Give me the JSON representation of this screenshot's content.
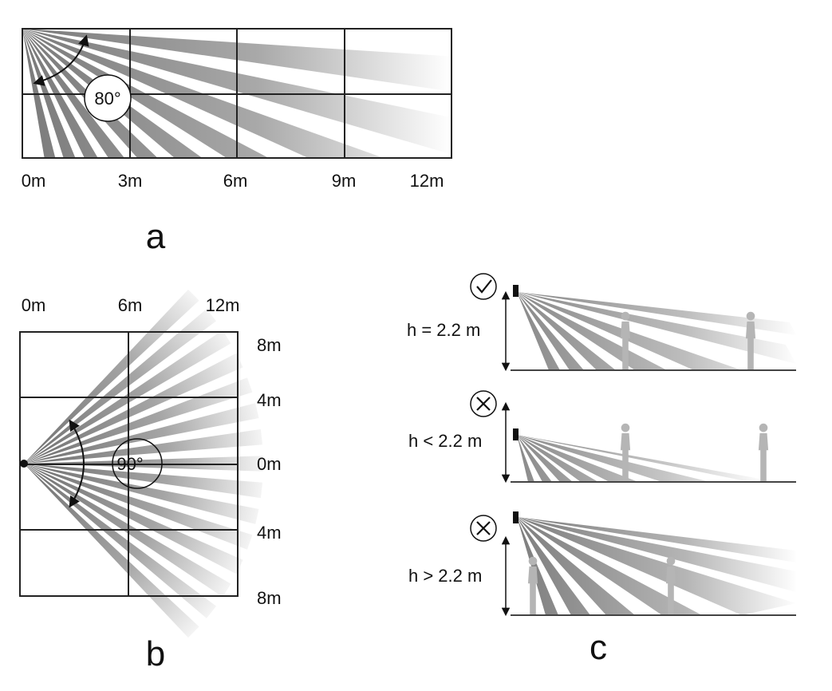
{
  "panel_a": {
    "letter": "a",
    "angle_label": "80°",
    "distance_labels": [
      "0m",
      "3m",
      "6m",
      "9m",
      "12m"
    ]
  },
  "panel_b": {
    "letter": "b",
    "angle_label": "90°",
    "top_labels": [
      "0m",
      "6m",
      "12m"
    ],
    "side_labels": [
      "8m",
      "4m",
      "0m",
      "4m",
      "8m"
    ]
  },
  "panel_c": {
    "letter": "c",
    "rows": [
      {
        "condition": "h = 2.2 m",
        "status": "correct"
      },
      {
        "condition": "h < 2.2 m",
        "status": "incorrect"
      },
      {
        "condition": "h > 2.2 m",
        "status": "incorrect"
      }
    ]
  },
  "colors": {
    "line": "#222222",
    "beam_dark": "#8a8a8a",
    "beam_light": "#ffffff",
    "person": "#b5b5b5"
  }
}
